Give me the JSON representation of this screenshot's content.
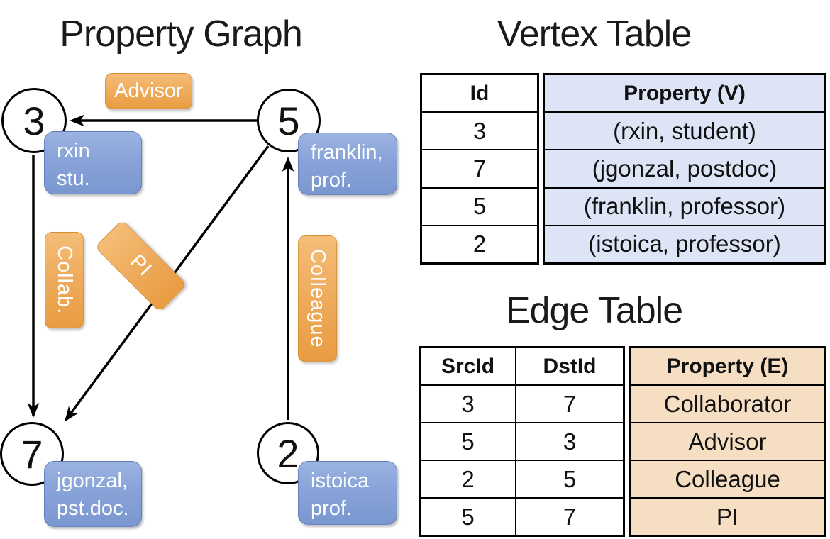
{
  "graph": {
    "title": "Property Graph",
    "nodes": [
      {
        "id": "3"
      },
      {
        "id": "5"
      },
      {
        "id": "7"
      },
      {
        "id": "2"
      }
    ],
    "vertex_boxes": {
      "rxin": {
        "line1": "rxin",
        "line2": "stu."
      },
      "franklin": {
        "line1": "franklin,",
        "line2": "prof."
      },
      "jgonzal": {
        "line1": "jgonzal,",
        "line2": "pst.doc."
      },
      "istoica": {
        "line1": "istoica",
        "line2": "prof."
      }
    },
    "edge_boxes": {
      "advisor": "Advisor",
      "collab": "Collab.",
      "pi": "PI",
      "colleague": "Colleague"
    }
  },
  "vertex_table": {
    "title": "Vertex Table",
    "headers": {
      "id": "Id",
      "property": "Property (V)"
    },
    "rows": [
      {
        "id": "3",
        "property": "(rxin, student)"
      },
      {
        "id": "7",
        "property": "(jgonzal, postdoc)"
      },
      {
        "id": "5",
        "property": "(franklin, professor)"
      },
      {
        "id": "2",
        "property": "(istoica, professor)"
      }
    ]
  },
  "edge_table": {
    "title": "Edge Table",
    "headers": {
      "src": "SrcId",
      "dst": "DstId",
      "property": "Property (E)"
    },
    "rows": [
      {
        "src": "3",
        "dst": "7",
        "property": "Collaborator"
      },
      {
        "src": "5",
        "dst": "3",
        "property": "Advisor"
      },
      {
        "src": "2",
        "dst": "5",
        "property": "Colleague"
      },
      {
        "src": "5",
        "dst": "7",
        "property": "PI"
      }
    ]
  },
  "colors": {
    "edge_label_gradient_top": "#f4bd77",
    "edge_label_gradient_bottom": "#e99c41",
    "vertex_label_gradient_top": "#9cb3e1",
    "vertex_label_gradient_bottom": "#7b97d0",
    "vertex_table_property_bg": "#dce4f5",
    "edge_table_property_bg": "#f6dec3",
    "line_color": "#000000",
    "text_on_labels": "#ffffff"
  }
}
